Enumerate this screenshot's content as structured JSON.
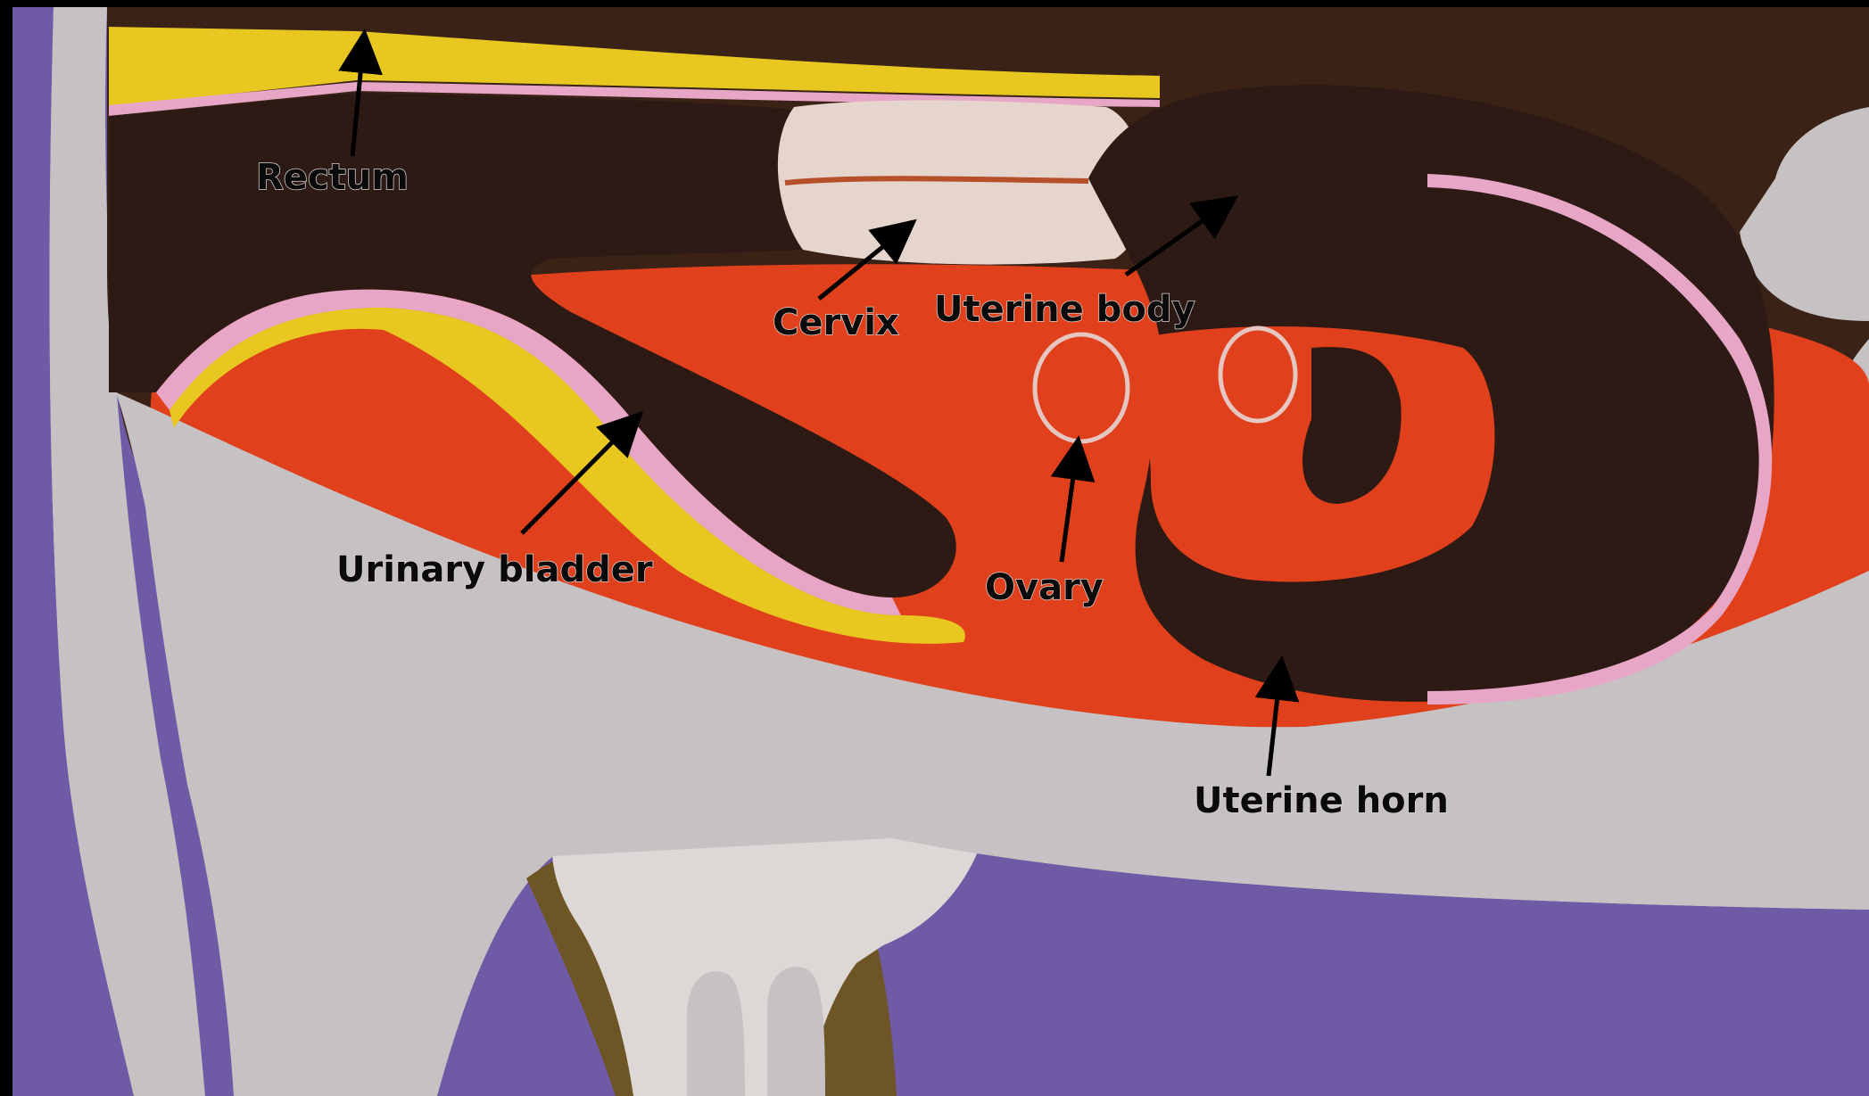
{
  "labels": {
    "rectum": "Rectum",
    "cervix": "Cervix",
    "uterine_body": "Uterine body",
    "urinary_bladder": "Urinary bladder",
    "ovary": "Ovary",
    "uterine_horn": "Uterine horn"
  },
  "colors": {
    "background_skin": "#c6c2c3",
    "body_outline": "#6f5aa6",
    "dark_organ": "#2e1a14",
    "peritoneum_red": "#e0401c",
    "fat_yellow": "#e8c820",
    "serosa_pink": "#e7a6c6",
    "cervix_cream": "#e6d5cd",
    "udder_brown": "#6e5525",
    "udder_white": "#ddd8d6",
    "frame_black": "#000000"
  }
}
